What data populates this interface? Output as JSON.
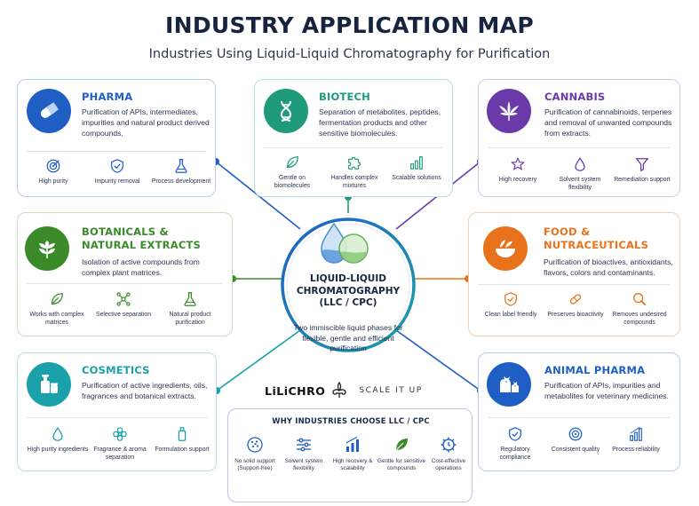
{
  "header": {
    "title": "INDUSTRY APPLICATION MAP",
    "subtitle": "Industries Using Liquid-Liquid Chromatography for Purification"
  },
  "center": {
    "title": "LIQUID-LIQUID CHROMATOGRAPHY (LLC / CPC)",
    "description": "Two immiscible liquid phases for flexible, gentle and efficient purification"
  },
  "brand": {
    "name": "LiLiCHRO",
    "tagline": "SCALE IT UP"
  },
  "colors": {
    "pharma": "#1f5fc4",
    "biotech": "#1f9a7a",
    "cannabis": "#6a3aa8",
    "botanicals": "#3a8a2a",
    "food": "#e8731c",
    "cosmetics": "#1aa0a8",
    "animal_pharma": "#1f5fc4"
  },
  "industries": {
    "pharma": {
      "name": "PHARMA",
      "description": "Purification of APIs, intermediates, impurities and natural product derived compounds.",
      "icon": "pill-icon",
      "features": [
        {
          "label": "High purity",
          "icon": "target-icon"
        },
        {
          "label": "Impurity removal",
          "icon": "shield-check-icon"
        },
        {
          "label": "Process development",
          "icon": "flask-icon"
        }
      ]
    },
    "biotech": {
      "name": "BIOTECH",
      "description": "Separation of metabolites, peptides, fermentation products and other sensitive biomolecules.",
      "icon": "dna-icon",
      "features": [
        {
          "label": "Gentle on biomolecules",
          "icon": "leaf-icon"
        },
        {
          "label": "Handles complex mixtures",
          "icon": "puzzle-icon"
        },
        {
          "label": "Scalable solutions",
          "icon": "bar-chart-icon"
        }
      ]
    },
    "cannabis": {
      "name": "CANNABIS",
      "description": "Purification of cannabinoids, terpenes and removal of unwanted compounds from extracts.",
      "icon": "cannabis-leaf-icon",
      "features": [
        {
          "label": "High recovery",
          "icon": "star-icon"
        },
        {
          "label": "Solvent system flexibility",
          "icon": "droplet-icon"
        },
        {
          "label": "Remediation support",
          "icon": "funnel-icon"
        }
      ]
    },
    "botanicals": {
      "name": "BOTANICALS & NATURAL EXTRACTS",
      "description": "Isolation of active compounds from complex plant matrices.",
      "icon": "plant-icon",
      "features": [
        {
          "label": "Works with complex matrices",
          "icon": "leaf-icon"
        },
        {
          "label": "Selective separation",
          "icon": "molecule-icon"
        },
        {
          "label": "Natural product purification",
          "icon": "flask-icon"
        }
      ]
    },
    "food": {
      "name": "FOOD & NUTRACEUTICALS",
      "description": "Purification of bioactives, antioxidants, flavors, colors and contaminants.",
      "icon": "bowl-icon",
      "features": [
        {
          "label": "Clean label friendly",
          "icon": "shield-check-icon"
        },
        {
          "label": "Preserves bioactivity",
          "icon": "capsule-icon"
        },
        {
          "label": "Removes undesired compounds",
          "icon": "magnifier-icon"
        }
      ]
    },
    "cosmetics": {
      "name": "COSMETICS",
      "description": "Purification of active ingredients, oils, fragrances and botanical extracts.",
      "icon": "bottle-icon",
      "features": [
        {
          "label": "High purity ingredients",
          "icon": "droplet-icon"
        },
        {
          "label": "Fragrance & aroma separation",
          "icon": "flower-icon"
        },
        {
          "label": "Formulation support",
          "icon": "tube-icon"
        }
      ]
    },
    "animal_pharma": {
      "name": "ANIMAL PHARMA",
      "description": "Purification of APIs, impurities and metabolites for veterinary medicines.",
      "icon": "dog-cat-icon",
      "features": [
        {
          "label": "Regulatory compliance",
          "icon": "shield-check-icon"
        },
        {
          "label": "Consistent quality",
          "icon": "target-icon"
        },
        {
          "label": "Process reliability",
          "icon": "bar-chart-icon"
        }
      ]
    }
  },
  "why": {
    "title": "WHY INDUSTRIES CHOOSE LLC / CPC",
    "items": [
      {
        "label": "No solid support (Support-free)",
        "icon": "dots-circle-icon"
      },
      {
        "label": "Solvent system flexibility",
        "icon": "sliders-icon"
      },
      {
        "label": "High recovery & scalability",
        "icon": "bar-chart-icon"
      },
      {
        "label": "Gentle for sensitive compounds",
        "icon": "leaf-icon"
      },
      {
        "label": "Cost-effective operations",
        "icon": "gear-clock-icon"
      }
    ]
  }
}
